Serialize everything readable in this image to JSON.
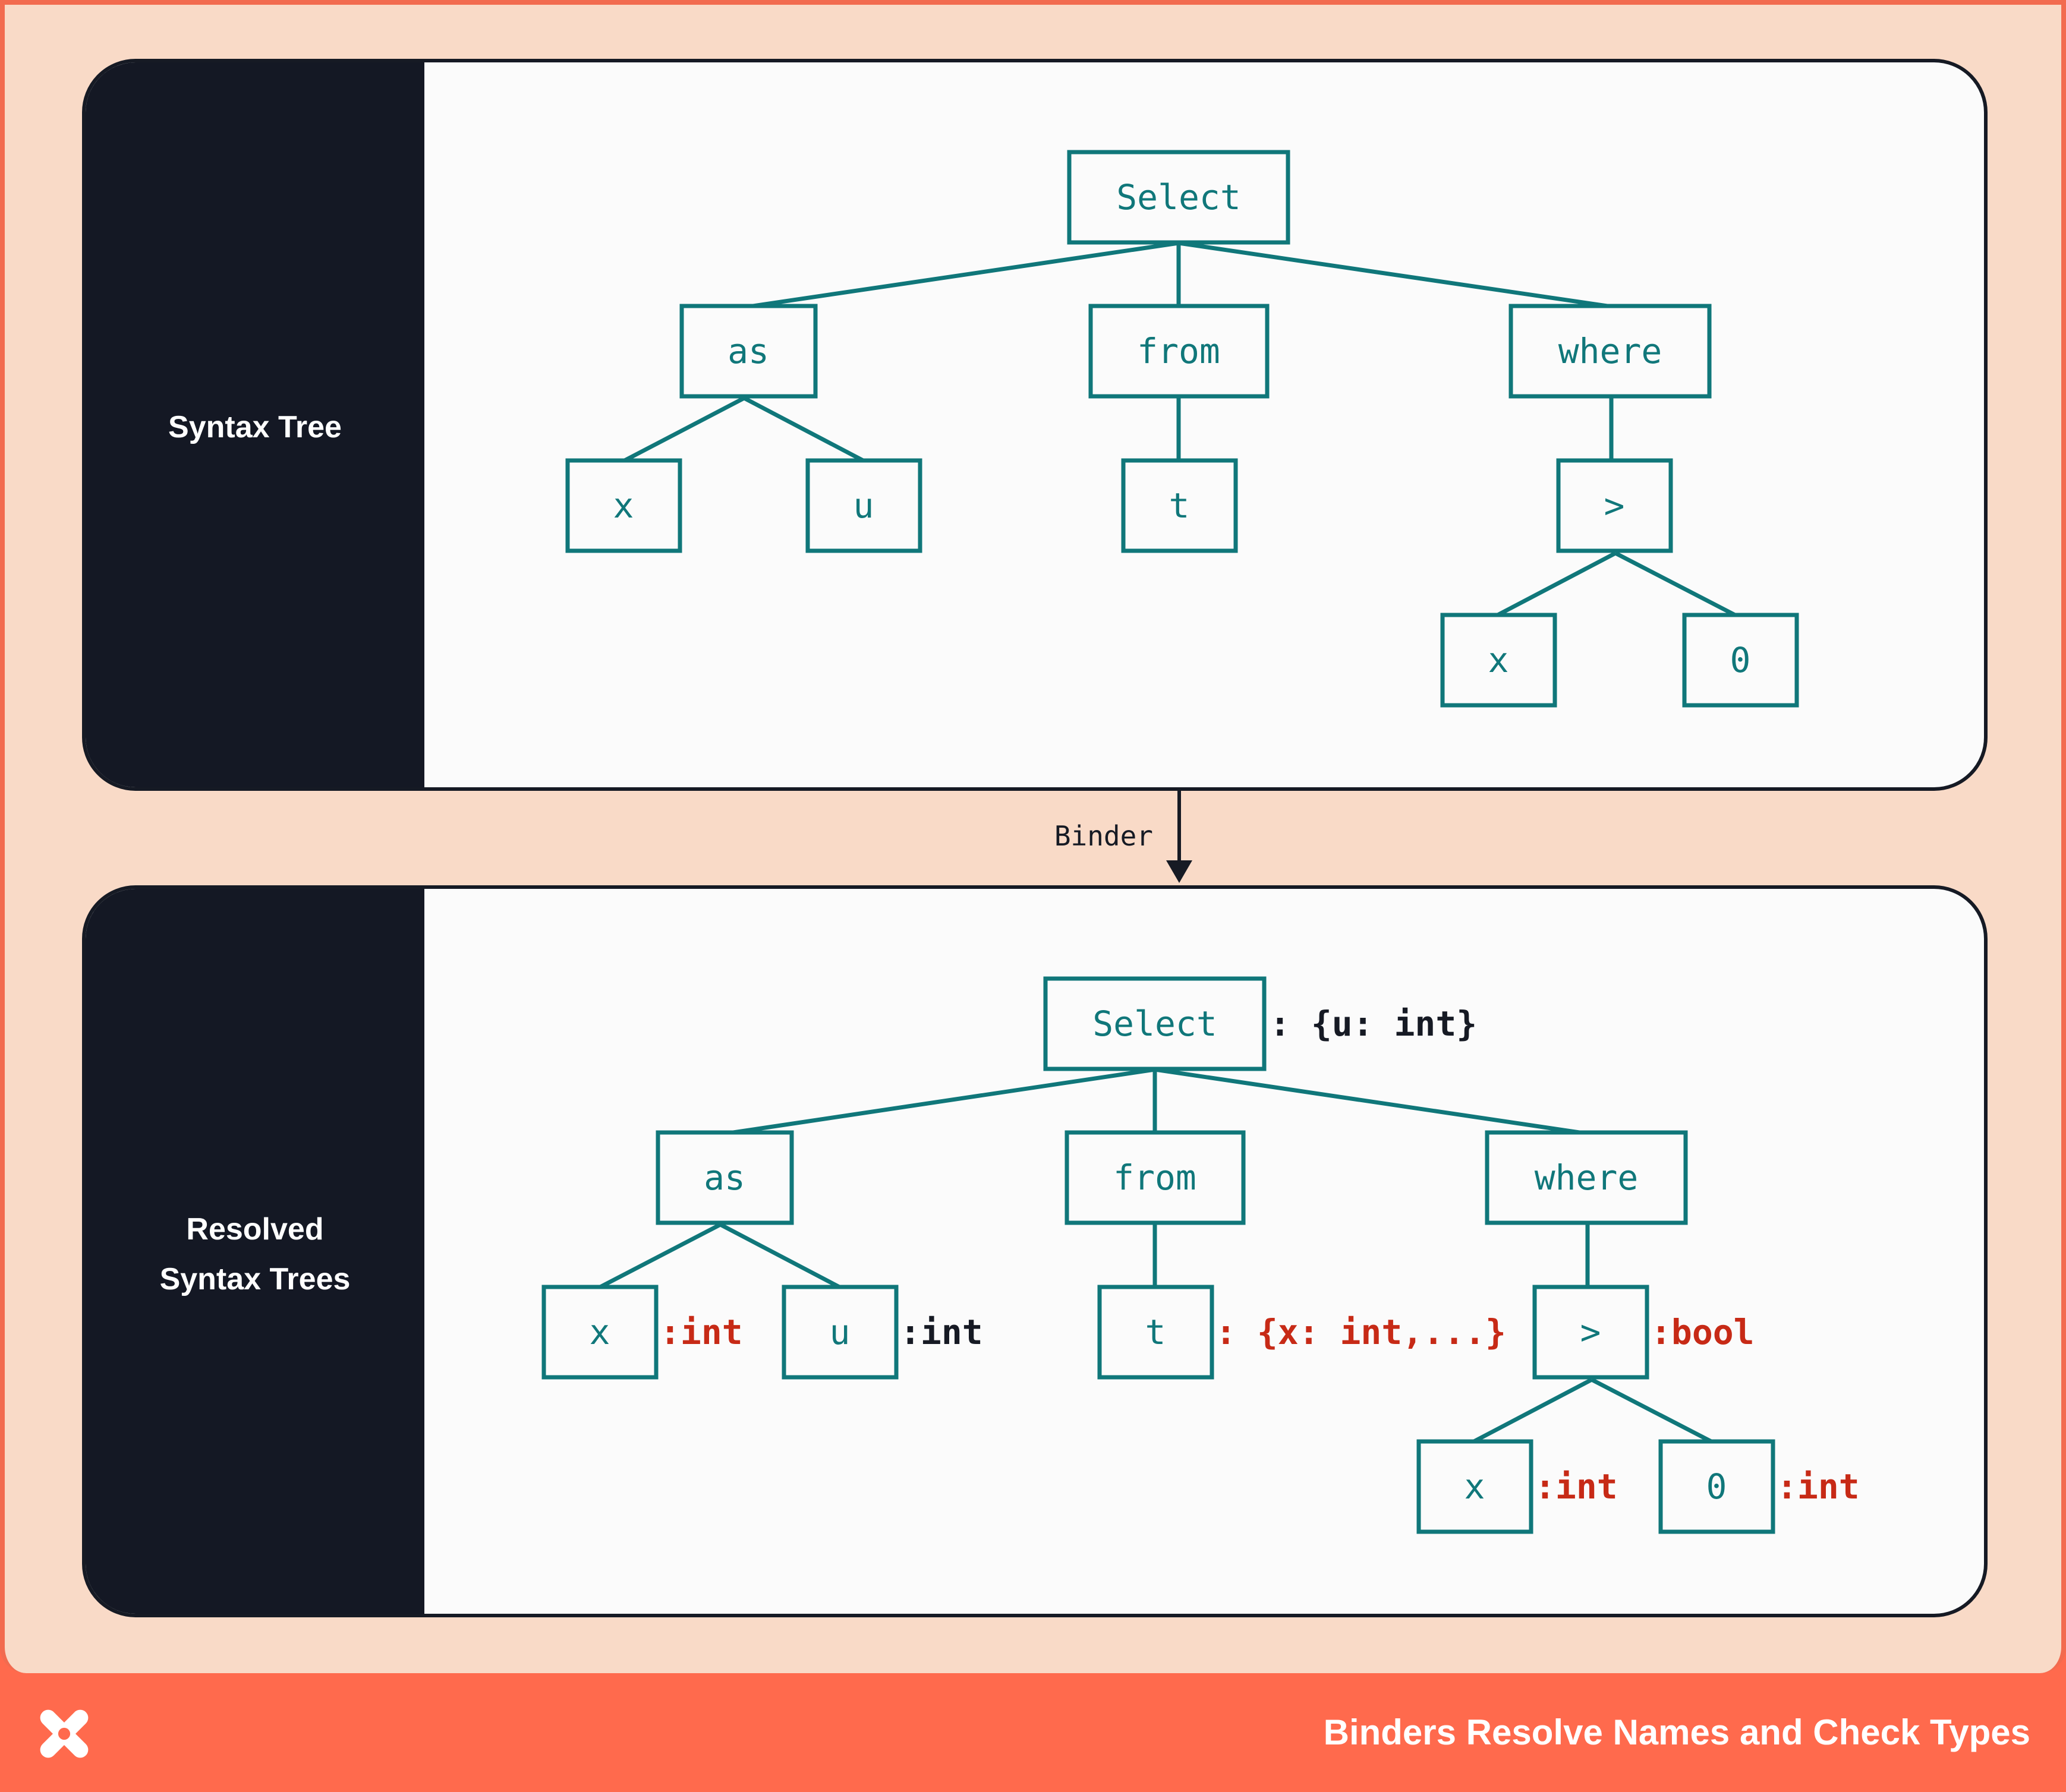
{
  "colors": {
    "accent": "#FF6A4D",
    "background": "#F9DAC7",
    "node": "#10777A",
    "panel_side": "#141824",
    "type_red": "#C72A16",
    "type_dark": "#161A24"
  },
  "panels": {
    "top": {
      "label": "Syntax Tree"
    },
    "bottom": {
      "label_line1": "Resolved",
      "label_line2": "Syntax Trees"
    }
  },
  "arrow": {
    "label": "Binder"
  },
  "tree_top": {
    "nodes": {
      "root": "Select",
      "as": "as",
      "from": "from",
      "where": "where",
      "x": "x",
      "u": "u",
      "t": "t",
      "gt": ">",
      "gx": "x",
      "zero": "0"
    }
  },
  "tree_bottom": {
    "nodes": {
      "root": "Select",
      "as": "as",
      "from": "from",
      "where": "where",
      "x": "x",
      "u": "u",
      "t": "t",
      "gt": ">",
      "gx": "x",
      "zero": "0"
    },
    "types": {
      "root": ": {u: int}",
      "x": ":int",
      "u": ":int",
      "t": ": {x: int,...}",
      "gt": ":bool",
      "gx": ":int",
      "zero": ":int"
    }
  },
  "footer": {
    "title": "Binders Resolve Names and Check Types",
    "logo_icon": "x-logo-icon"
  }
}
